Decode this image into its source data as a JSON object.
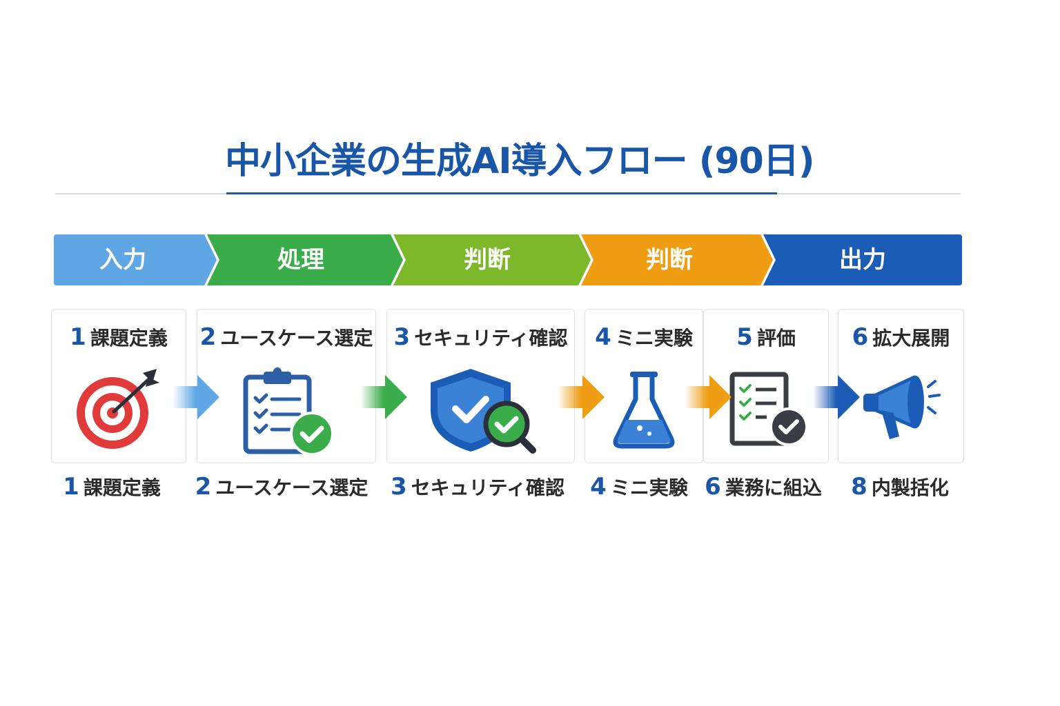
{
  "title": "中小企業の生成AI導入フロー (90日)",
  "phases": [
    {
      "label": "入力",
      "color": "#5ea6e4"
    },
    {
      "label": "処理",
      "color": "#3aad4a"
    },
    {
      "label": "判断",
      "color": "#7cb82a"
    },
    {
      "label": "判断",
      "color": "#ef9d12"
    },
    {
      "label": "出力",
      "color": "#1b5cb6"
    }
  ],
  "cards": [
    {
      "num": "1",
      "label": "課題定義",
      "icon": "target-icon"
    },
    {
      "num": "2",
      "label": "ユースケース選定",
      "icon": "clipboard-check-icon"
    },
    {
      "num": "3",
      "label": "セキュリティ確認",
      "icon": "shield-check-icon"
    },
    {
      "num": "4",
      "label": "ミニ実験",
      "icon": "flask-icon"
    },
    {
      "num": "5",
      "label": "評価",
      "icon": "checklist-icon"
    },
    {
      "num": "6",
      "label": "拡大展開",
      "icon": "megaphone-icon"
    }
  ],
  "bottom_labels": [
    {
      "num": "1",
      "label": "課題定義"
    },
    {
      "num": "2",
      "label": "ユースケース選定"
    },
    {
      "num": "3",
      "label": "セキュリティ確認"
    },
    {
      "num": "4",
      "label": "ミニ実験"
    },
    {
      "num": "6",
      "label": "業務に組込"
    },
    {
      "num": "8",
      "label": "内製括化"
    }
  ],
  "arrow_colors": [
    "#5ea6e4",
    "#3aad4a",
    "#ef9d12",
    "#ef9d12",
    "#1b5cb6"
  ]
}
